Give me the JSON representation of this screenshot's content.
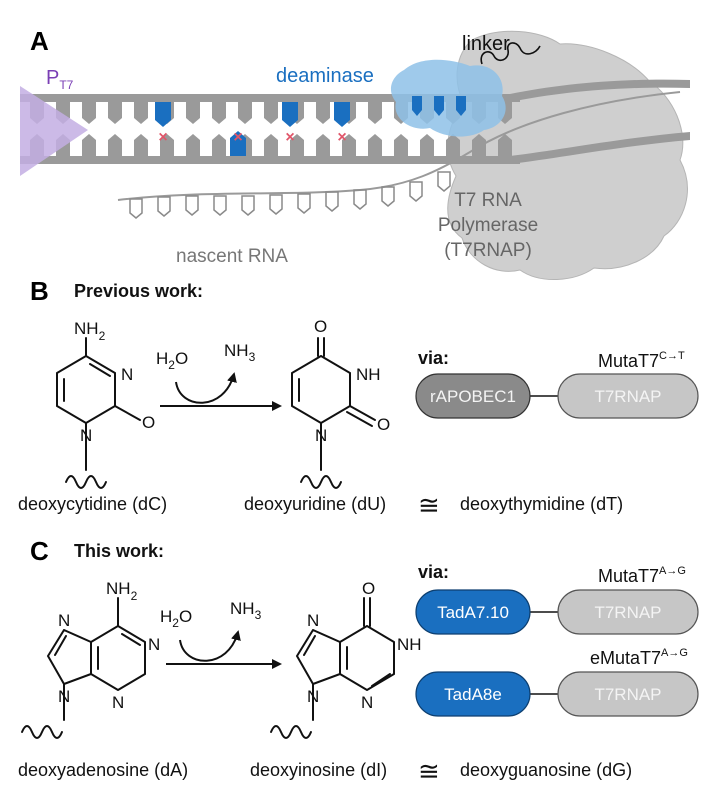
{
  "colors": {
    "blue": "#1a6fc0",
    "light_blue": "#8ec1e8",
    "gray_dna": "#9a9a9a",
    "polymerase_gray": "#cfcfcf",
    "promoter_purple": "#c3aee3",
    "purple_text": "#7a3fb5",
    "mismatch_red": "#e0566a",
    "pill_gray": "#c6c6c6",
    "pill_dark_gray": "#8a8a8a"
  },
  "panel_a": {
    "letter": "A",
    "promoter_main": "P",
    "promoter_sub": "T7",
    "deaminase_label": "deaminase",
    "linker_label": "linker",
    "polymerase_lines": [
      "T7 RNA",
      "Polymerase",
      "(T7RNAP)"
    ],
    "nascent_label": "nascent RNA",
    "mismatch_mark": "×"
  },
  "panel_b": {
    "letter": "B",
    "heading": "Previous work:",
    "substrate_name": "deoxycytidine (dC)",
    "product_name": "deoxyuridine (dU)",
    "equiv_symbol": "≅",
    "equiv_name": "deoxythymidine (dT)",
    "via_label": "via:",
    "construct_name": "MutaT7",
    "construct_sup": "C→T",
    "fusion": [
      "rAPOBEC1",
      "T7RNAP"
    ],
    "reagent_in": {
      "main": "H",
      "sub": "2",
      "end": "O"
    },
    "reagent_out": {
      "main": "NH",
      "sub": "3"
    },
    "atoms_substrate": {
      "amine": "NH",
      "amine_sub": "2",
      "n3": "N",
      "n1": "N",
      "o": "O"
    },
    "atoms_product": {
      "o4": "O",
      "nh": "NH",
      "n1": "N",
      "o2": "O"
    }
  },
  "panel_c": {
    "letter": "C",
    "heading": "This work:",
    "substrate_name": "deoxyadenosine (dA)",
    "product_name": "deoxyinosine (dI)",
    "equiv_symbol": "≅",
    "equiv_name": "deoxyguanosine (dG)",
    "via_label": "via:",
    "constructs": [
      {
        "name": "MutaT7",
        "sup": "A→G",
        "fusion": [
          "TadA7.10",
          "T7RNAP"
        ]
      },
      {
        "name": "eMutaT7",
        "sup": "A→G",
        "fusion": [
          "TadA8e",
          "T7RNAP"
        ]
      }
    ],
    "reagent_in": {
      "main": "H",
      "sub": "2",
      "end": "O"
    },
    "reagent_out": {
      "main": "NH",
      "sub": "3"
    },
    "atoms_substrate": {
      "amine": "NH",
      "amine_sub": "2",
      "n": "N"
    },
    "atoms_product": {
      "o": "O",
      "n": "N",
      "nh": "NH"
    }
  }
}
